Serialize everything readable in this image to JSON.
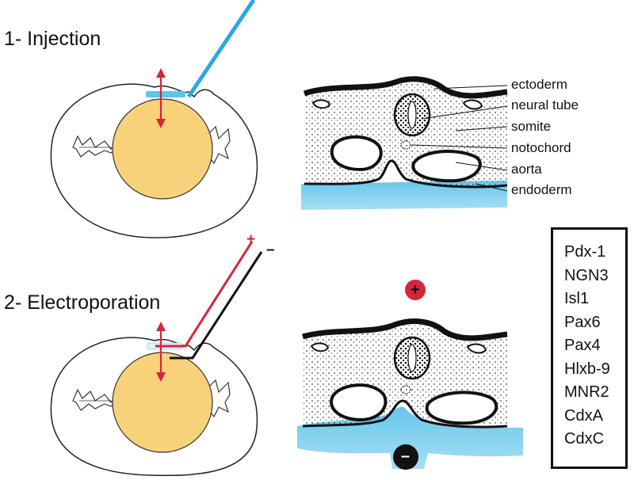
{
  "steps": [
    {
      "title": "1- Injection"
    },
    {
      "title": "2- Electroporation"
    }
  ],
  "section_labels": [
    "ectoderm",
    "neural tube",
    "somite",
    "notochord",
    "aorta",
    "endoderm"
  ],
  "electrode_signs": {
    "positive": "+",
    "negative": "–"
  },
  "field_markers": {
    "positive": "+",
    "negative": "–"
  },
  "genes": [
    "Pdx-1",
    "NGN3",
    "Isl1",
    "Pax6",
    "Pax4",
    "Hlxb-9",
    "MNR2",
    "CdxA",
    "CdxC"
  ],
  "colors": {
    "yolk": "#f7d27a",
    "injected_solution": "#5fc3ea",
    "pipette": "#29a9e0",
    "arrow": "#d4253a",
    "positive_wire": "#d4253a",
    "negative_wire": "#111111"
  }
}
